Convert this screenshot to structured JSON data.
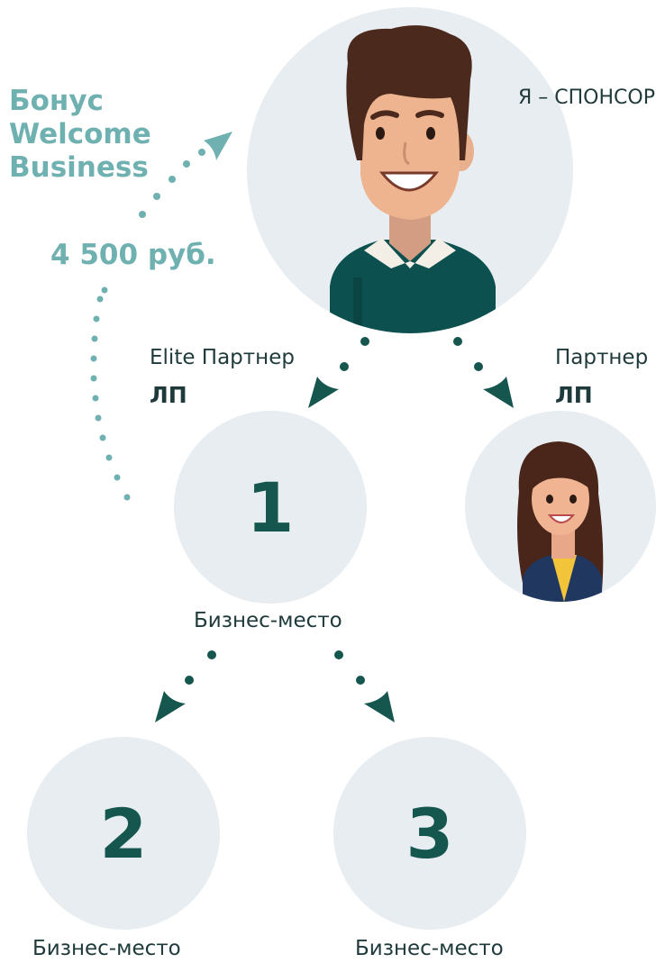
{
  "bonus": {
    "title_line1": "Бонус",
    "title_line2": "Welcome",
    "title_line3": "Business",
    "amount": "4 500 руб."
  },
  "sponsor": {
    "label": "Я – СПОНСОР"
  },
  "elite_partner": {
    "label": "Elite Партнер",
    "tag": "ЛП"
  },
  "partner": {
    "label": "Партнер",
    "tag": "ЛП"
  },
  "places": [
    {
      "number": "1",
      "label": "Бизнес-место"
    },
    {
      "number": "2",
      "label": "Бизнес-место"
    },
    {
      "number": "3",
      "label": "Бизнес-место"
    }
  ],
  "colors": {
    "arrow_dark": "#15564f",
    "bonus_teal": "#6fb1b0",
    "circle_bg": "#e8edf1"
  }
}
